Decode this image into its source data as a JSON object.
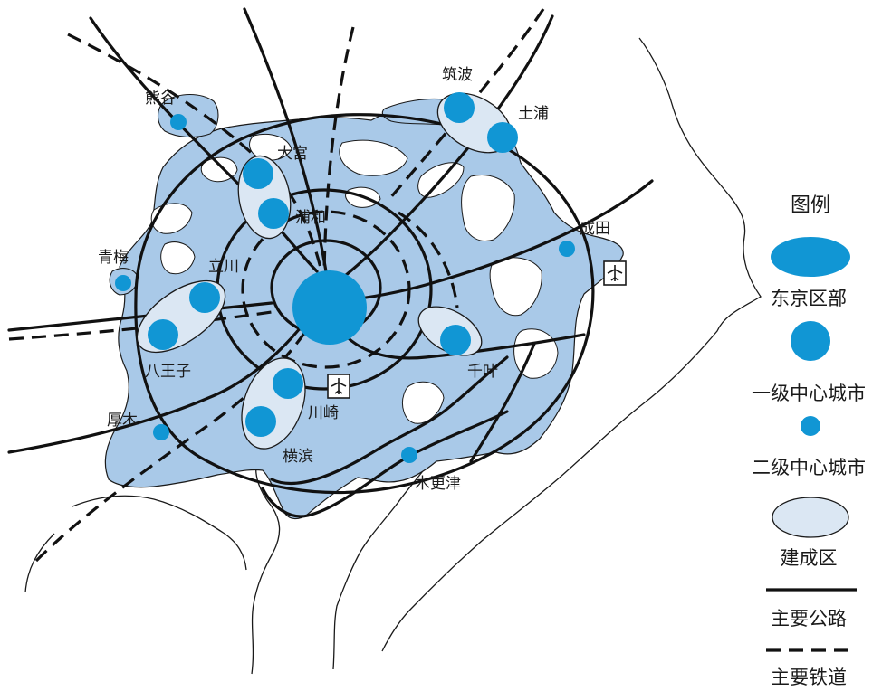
{
  "colors": {
    "urban_fill": "#a9c9e8",
    "urban_stroke": "#1a1a1a",
    "center_fill": "#1196d4",
    "built_area_fill": "#dbe7f3",
    "line": "#111111",
    "background": "#ffffff"
  },
  "places": {
    "kumagaya": "熊谷",
    "omiya": "大宫",
    "urawa": "浦和",
    "tsukuba": "筑波",
    "tsuchiura": "土浦",
    "narita": "成田",
    "ome": "青梅",
    "tachikawa": "立川",
    "hachioji": "八王子",
    "chiba": "千叶",
    "kawasaki": "川崎",
    "atsugi": "厚木",
    "yokohama": "横滨",
    "kisarazu": "木更津"
  },
  "airports": [
    {
      "name": "narita-airport",
      "icon": "airplane-icon"
    },
    {
      "name": "haneda-airport",
      "icon": "airplane-icon"
    }
  ],
  "legend": {
    "title": "图例",
    "items": {
      "tokyo_wards": "东京区部",
      "primary_center": "一级中心城市",
      "secondary_center": "二级中心城市",
      "built_area": "建成区",
      "main_road": "主要公路",
      "main_railway": "主要铁道"
    }
  }
}
